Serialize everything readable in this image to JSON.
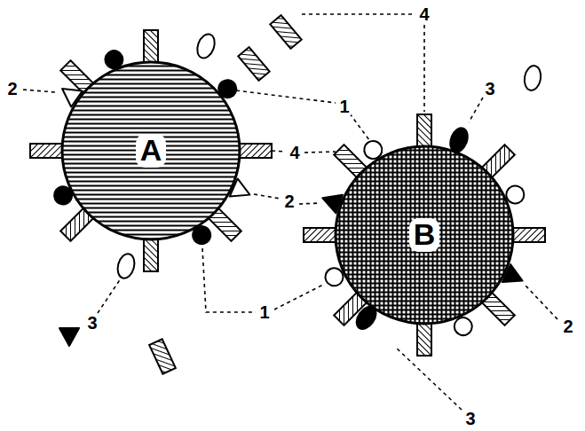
{
  "diagram": {
    "nodes": [
      {
        "text": [
          "A"
        ]
      },
      {
        "text": [
          "B"
        ]
      }
    ],
    "labels": [
      "4",
      "3",
      "2",
      "1",
      "4",
      "2",
      "1",
      "3",
      "2",
      "3"
    ]
  }
}
